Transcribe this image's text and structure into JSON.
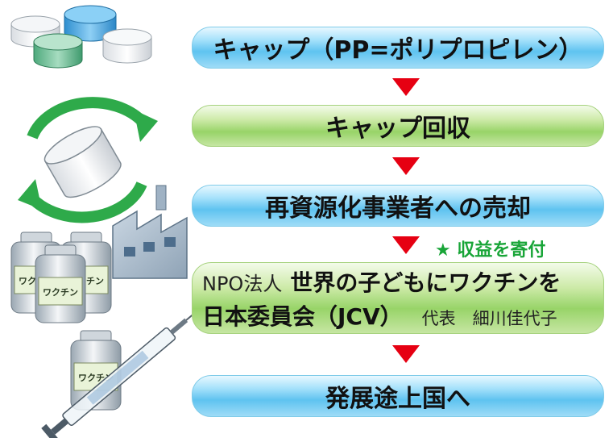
{
  "flow": {
    "step1": "キャップ（PP=ポリプロピレン）",
    "step2": "キャップ回収",
    "step3": "再資源化事業者への売却",
    "note": "★ 収益を寄付",
    "step4": {
      "prefix": "NPO法人",
      "name_line1": "世界の子どもにワクチンを",
      "name_line2": "日本委員会（JCV）",
      "representative": "代表　細川佳代子"
    },
    "step5": "発展途上国へ"
  },
  "illustrations": {
    "vaccine_label": "ワクチン"
  },
  "colors": {
    "arrow": "#e60012",
    "note": "#19a538",
    "blue_box": "#5fc3f0",
    "green_box": "#98d468",
    "recycle": "#2eaa4a"
  }
}
